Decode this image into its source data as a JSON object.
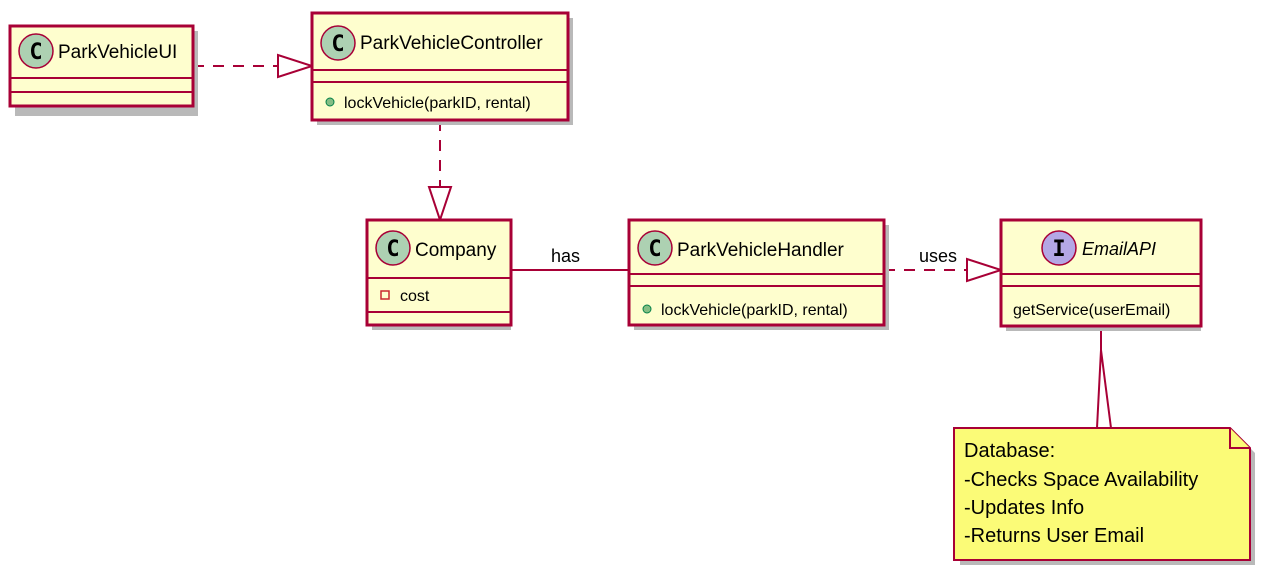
{
  "diagram": {
    "classes": {
      "park_vehicle_ui": {
        "stereotype_letter": "C",
        "name": "ParkVehicleUI"
      },
      "park_vehicle_controller": {
        "stereotype_letter": "C",
        "name": "ParkVehicleController",
        "methods": [
          "lockVehicle(parkID, rental)"
        ]
      },
      "company": {
        "stereotype_letter": "C",
        "name": "Company",
        "fields": [
          "cost"
        ]
      },
      "park_vehicle_handler": {
        "stereotype_letter": "C",
        "name": "ParkVehicleHandler",
        "methods": [
          "lockVehicle(parkID, rental)"
        ]
      },
      "email_api": {
        "stereotype_letter": "I",
        "name": "EmailAPI",
        "methods": [
          "getService(userEmail)"
        ]
      }
    },
    "relations": {
      "company_handler_label": "has",
      "handler_email_label": "uses"
    },
    "note": {
      "lines": [
        "Database:",
        "-Checks Space Availability",
        "-Updates Info",
        "-Returns User Email"
      ]
    },
    "colors": {
      "class_fill": "#FEFECE",
      "border": "#A80036",
      "class_spot": "#ADD1B2",
      "interface_spot": "#B4A7E5",
      "note_fill": "#FBFB77"
    }
  }
}
